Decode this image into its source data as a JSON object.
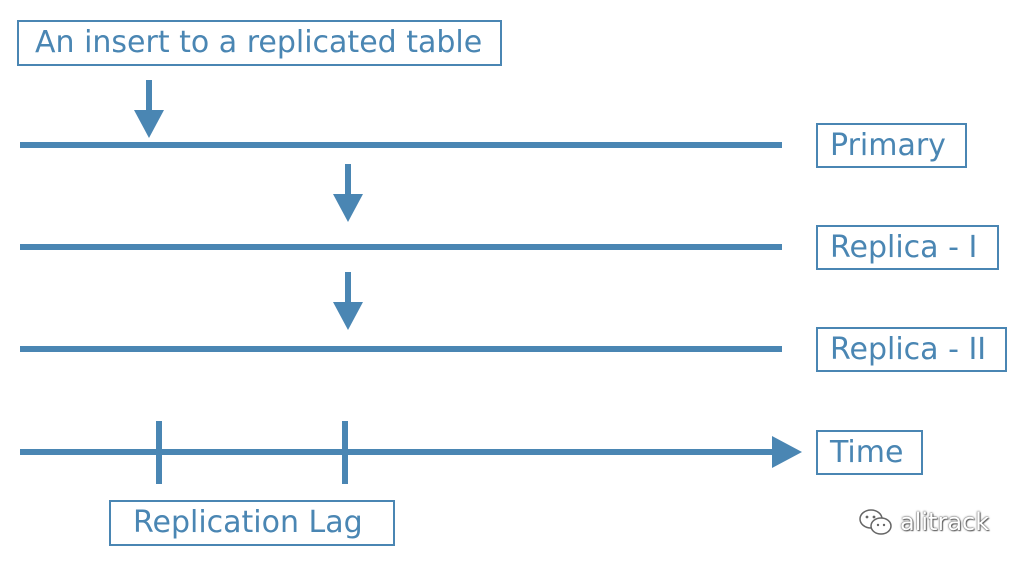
{
  "title": "An insert to a replicated table",
  "lanes": [
    {
      "label": "Primary"
    },
    {
      "label": "Replica - I"
    },
    {
      "label": "Replica - II"
    }
  ],
  "time_label": "Time",
  "lag_label": "Replication Lag",
  "watermark": "alitrack",
  "colors": {
    "accent": "#4a86b3"
  }
}
